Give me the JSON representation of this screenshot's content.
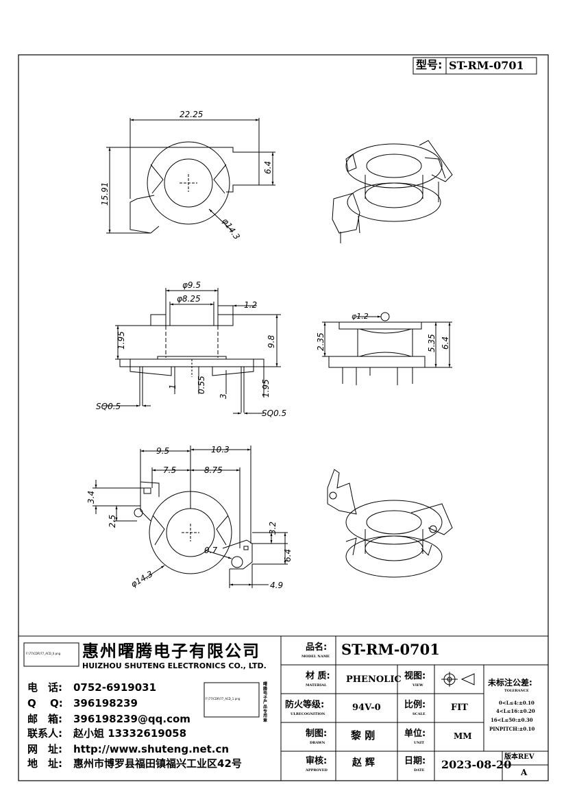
{
  "model_label": "型号:",
  "model": "ST-RM-0701",
  "dims": {
    "d22_25": "22.25",
    "d6_4a": "6.4",
    "d15_91": "15.91",
    "d14_3a": "φ14.3",
    "d9_5phi": "φ9.5",
    "d8_25": "φ8.25",
    "d1_2": "1.2",
    "d1_95a": "1.95",
    "d9_8": "9.8",
    "d1": "1",
    "d0_55": "0.55",
    "d3": "3",
    "d1_95b": "1.95",
    "sq_a": "SQ0.5",
    "sq_b": "SQ0.5",
    "d1_2phi": "φ1.2",
    "d2_35": "2.35",
    "d5_35": "5.35",
    "d6_4b": "6.4",
    "d9_5": "9.5",
    "d10_3": "10.3",
    "d7_5": "7.5",
    "d8_75": "8.75",
    "d3_4": "3.4",
    "d2_5": "2.5",
    "d3_2": "3.2",
    "d6_4c": "6.4",
    "d0_7": "0.7",
    "d14_3b": "φ14.3",
    "d4_9": "4.9"
  },
  "company": {
    "logo_file": "F:\\77\\CDR\\77_ACD_0.png",
    "name_cn": "惠州曙腾电子有限公司",
    "name_en": "HUIZHOU SHUTENG ELECTRONICS CO., LTD.",
    "stamp_file": "F:\\77\\CDR\\77_ACD_1.png",
    "stamp_text": "曙腾电子产品专用章",
    "contacts": [
      {
        "label": "电　话:",
        "value": "0752-6919031"
      },
      {
        "label": "Q　 Q:",
        "value": "396198239"
      },
      {
        "label": "邮　箱:",
        "value": "396198239@qq.com"
      },
      {
        "label": "联系人:",
        "value": "赵小姐 13332619058"
      },
      {
        "label": "网　址:",
        "value": "http://www.shuteng.net.cn"
      },
      {
        "label": "地　址:",
        "value": "惠州市博罗县福田镇福兴工业区42号"
      }
    ]
  },
  "title_block": {
    "model_name": {
      "label": "品名:",
      "sub": "MODEL NAME",
      "value": "ST-RM-0701"
    },
    "material": {
      "label": "材 质:",
      "sub": "MATERIAL",
      "value": "PHENOLIC"
    },
    "view": {
      "label": "视图:",
      "sub": "VIEW"
    },
    "fire": {
      "label": "防火等级:",
      "sub": "ULRECOGNITION",
      "value": "94V-0"
    },
    "scale": {
      "label": "比例:",
      "sub": "SCALE",
      "value": "FIT"
    },
    "drawn": {
      "label": "制图:",
      "sub": "DRAWN",
      "value": "黎 刚"
    },
    "unit": {
      "label": "单位:",
      "sub": "UNIT",
      "value": "MM"
    },
    "approved": {
      "label": "审核:",
      "sub": "APPROVED",
      "value": "赵 辉"
    },
    "date": {
      "label": "日期:",
      "sub": "DATE",
      "value": "2023-08-20"
    },
    "tolerance": {
      "label": "未标注公差:",
      "sub": "TOLERANCE",
      "lines": [
        "0<L≤4:±0.10",
        "4<L≤16:±0.20",
        "16<L≤50:±0.30",
        "PINPITCH:±0.10"
      ]
    },
    "rev": {
      "label": "版本REV",
      "value": "A"
    }
  }
}
